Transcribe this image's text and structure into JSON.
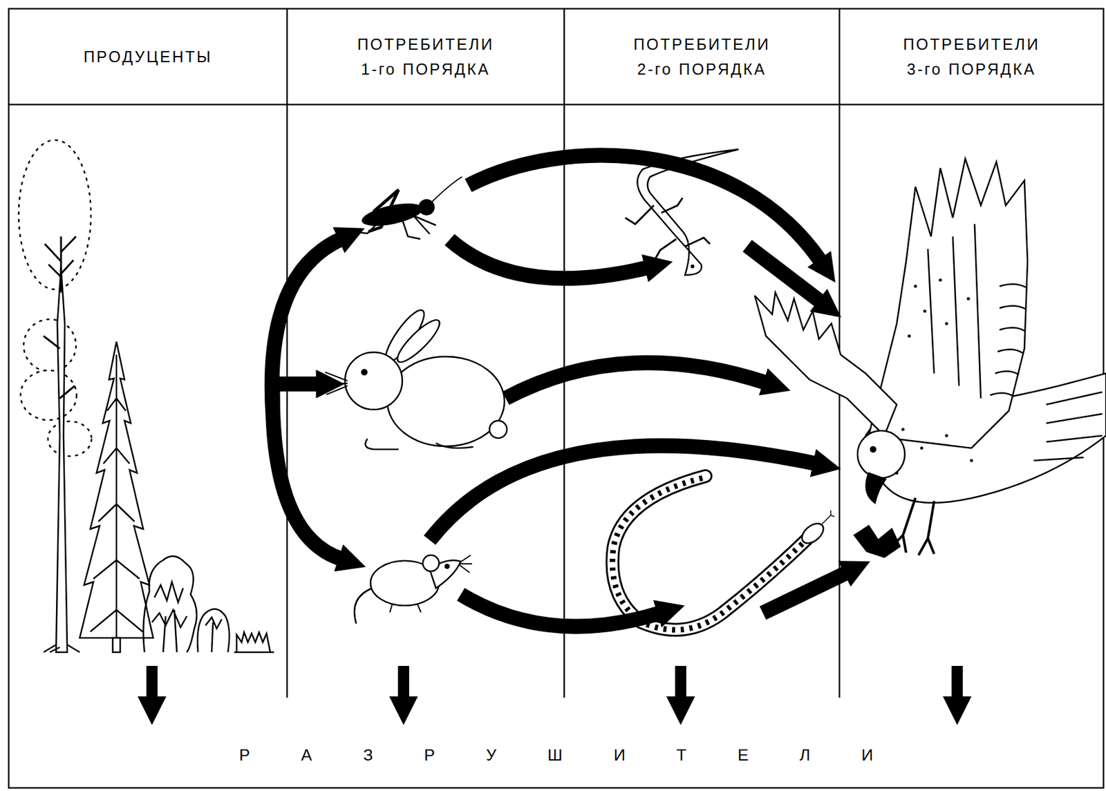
{
  "diagram": {
    "nodes": [
      {
        "text": [
          "ПРОДУЦЕНТЫ"
        ]
      },
      {
        "text": [
          "ПОТРЕБИТЕЛИ 1-го ПОРЯДКА"
        ]
      },
      {
        "text": [
          "ПОТРЕБИТЕЛИ 2-го ПОРЯДКА"
        ]
      },
      {
        "text": [
          "ПОТРЕБИТЕЛИ 3-го ПОРЯДКА"
        ]
      },
      {
        "text": [
          "Р А З Р У Ш И Т Е Л И"
        ]
      }
    ],
    "edges": [
      {
        "from": 0,
        "to": 4,
        "arrow": "to"
      },
      {
        "from": 1,
        "to": 4,
        "arrow": "to"
      },
      {
        "from": 2,
        "to": 4,
        "arrow": "to"
      },
      {
        "from": 3,
        "to": 4,
        "arrow": "to"
      }
    ]
  }
}
